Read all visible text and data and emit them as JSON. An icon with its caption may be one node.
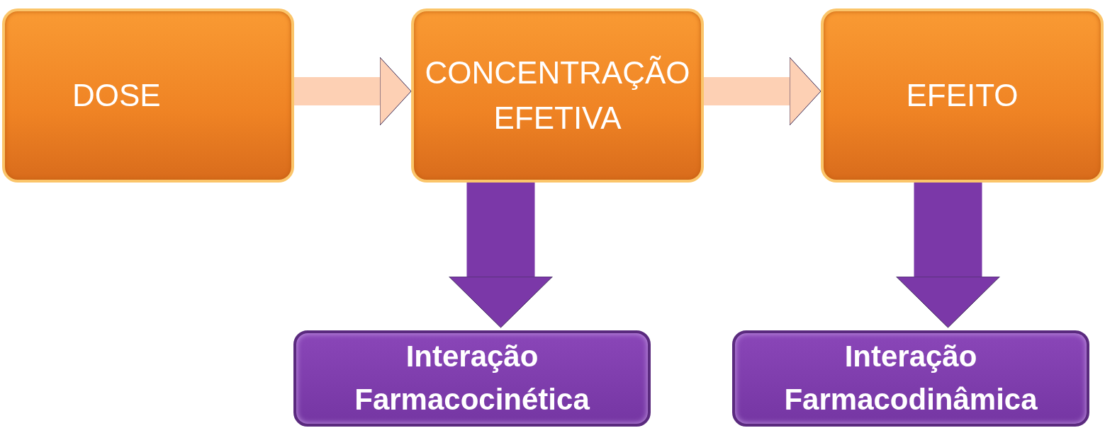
{
  "diagram": {
    "nodes": [
      {
        "text": [
          "DOSE"
        ]
      },
      {
        "text": [
          "CONCENTRAÇÃO EFETIVA"
        ]
      },
      {
        "text": [
          "EFEITO"
        ]
      },
      {
        "text": [
          "Interação Farmacocinética"
        ]
      },
      {
        "text": [
          "Interação Farmacodinâmica"
        ]
      }
    ],
    "edges": [
      {
        "from": 0,
        "to": 1,
        "arrow": "to"
      },
      {
        "from": 1,
        "to": 2,
        "arrow": "to"
      },
      {
        "from": 1,
        "to": 3,
        "arrow": "to",
        "style": "thick",
        "color": "#7b38a8"
      },
      {
        "from": 2,
        "to": 4,
        "arrow": "to",
        "style": "thick",
        "color": "#7b38a8"
      }
    ]
  }
}
